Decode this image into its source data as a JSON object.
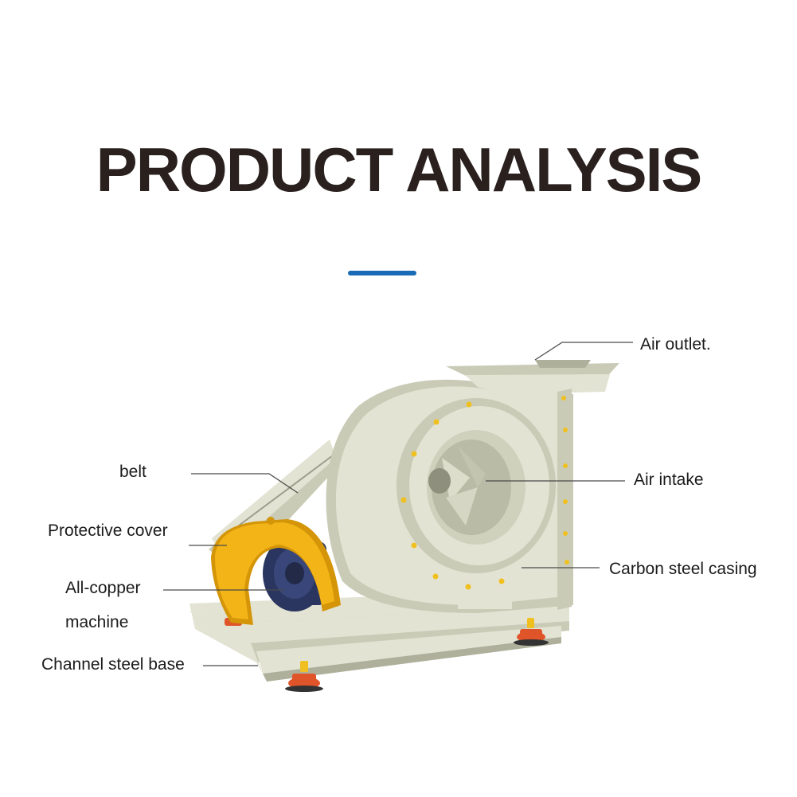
{
  "title": "PRODUCT ANALYSIS",
  "colors": {
    "accent": "#1a6bb5",
    "body": "#e2e3d3",
    "body_shade": "#c9cbb6",
    "body_dark": "#aeb09b",
    "cover": "#f2b417",
    "cover_shade": "#d49508",
    "motor": "#2b3660",
    "foot": "#e0542a",
    "bolt": "#f0c020",
    "leader": "#4a4a4a"
  },
  "labels": {
    "air_outlet": "Air outlet.",
    "air_intake": "Air intake",
    "carbon_steel_casing": "Carbon steel casing",
    "belt": "belt",
    "protective_cover": "Protective cover",
    "all_copper_line1": "All-copper",
    "all_copper_line2": "machine",
    "channel_steel_base": "Channel steel base"
  }
}
